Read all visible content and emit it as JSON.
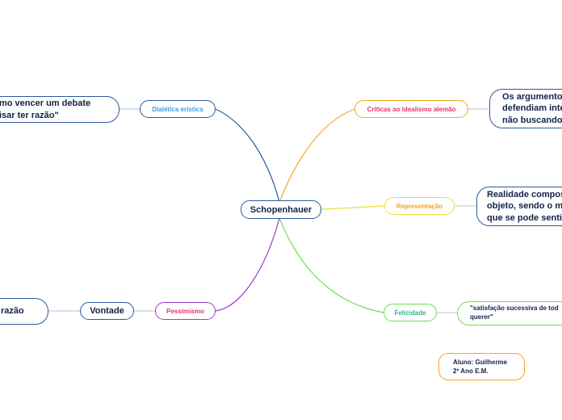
{
  "map": {
    "central": "Schopenhauer",
    "dialetica": {
      "label": "Dialética erística",
      "color": "#3aa0e8"
    },
    "dialetica_leaf": {
      "line1": "mo vencer um debate",
      "line2": "isar ter razão\""
    },
    "criticas": {
      "label": "Críticas ao idealismo alemão",
      "color": "#e63368"
    },
    "criticas_leaf": {
      "line1": "Os argumentos",
      "line2": "defendiam inte",
      "line3": "não buscando c"
    },
    "representacao": {
      "label": "Representação",
      "color": "#f2a41d"
    },
    "representacao_leaf": {
      "line1": "Realidade compost",
      "line2": "objeto, sendo o mu",
      "line3": "que se pode sentir"
    },
    "felicidade": {
      "label": "Felicidade",
      "color": "#30b58a"
    },
    "felicidade_leaf": {
      "line1": "\"satisfação sucessiva de tod",
      "line2": "querer\""
    },
    "pessimismo": {
      "label": "Pessimismo",
      "color": "#e63368"
    },
    "vontade": {
      "label": "Vontade"
    },
    "vontade_leaf": {
      "label": "razão"
    },
    "author": {
      "line1": "Aluno: Guilherme",
      "line2": "2º Ano E.M."
    }
  },
  "colors": {
    "blue_branch": "#2c5aa0",
    "orange_branch": "#f5a623",
    "yellow_branch": "#e8e23c",
    "green_branch": "#6fe04a",
    "purple_branch": "#9b3bd1",
    "grey_link": "#c5cfd9"
  }
}
